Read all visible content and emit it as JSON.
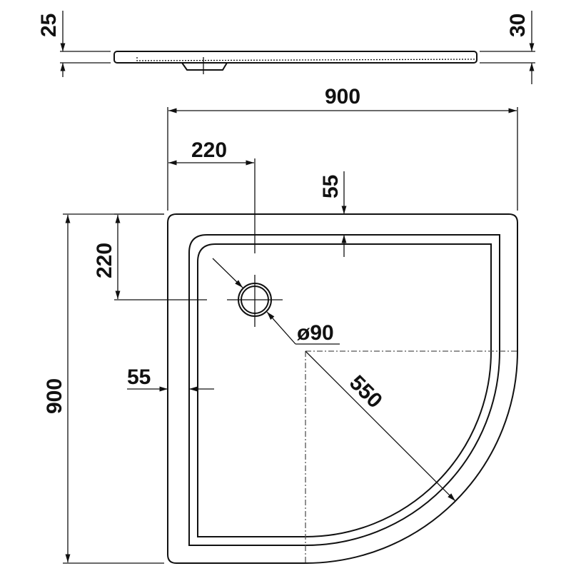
{
  "drawing": {
    "profile_left_height": "25",
    "profile_right_height": "30",
    "width_top": "900",
    "drain_offset_x": "220",
    "rim_top": "55",
    "drain_offset_y": "220",
    "depth_left": "900",
    "rim_left": "55",
    "drain_diameter": "ø90",
    "radius": "550"
  }
}
